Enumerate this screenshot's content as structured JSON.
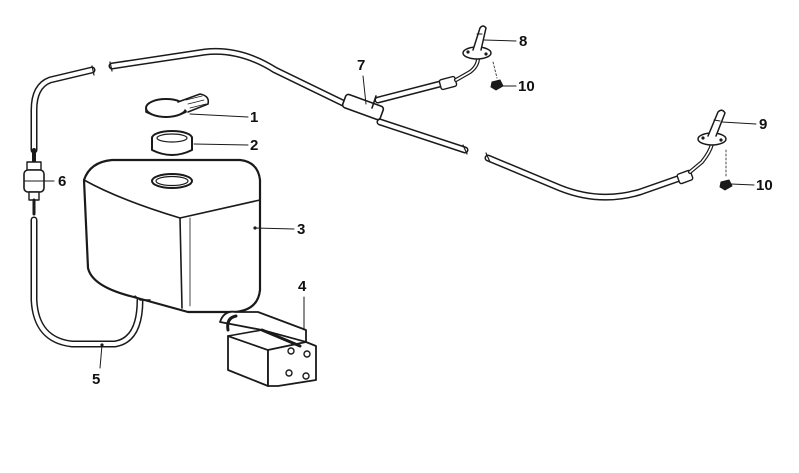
{
  "callouts": {
    "c1": "1",
    "c2": "2",
    "c3": "3",
    "c4": "4",
    "c5": "5",
    "c6": "6",
    "c7": "7",
    "c8": "8",
    "c9": "9",
    "c10a": "10",
    "c10b": "10"
  },
  "colors": {
    "ink": "#1a1a1a",
    "paper": "#ffffff"
  }
}
